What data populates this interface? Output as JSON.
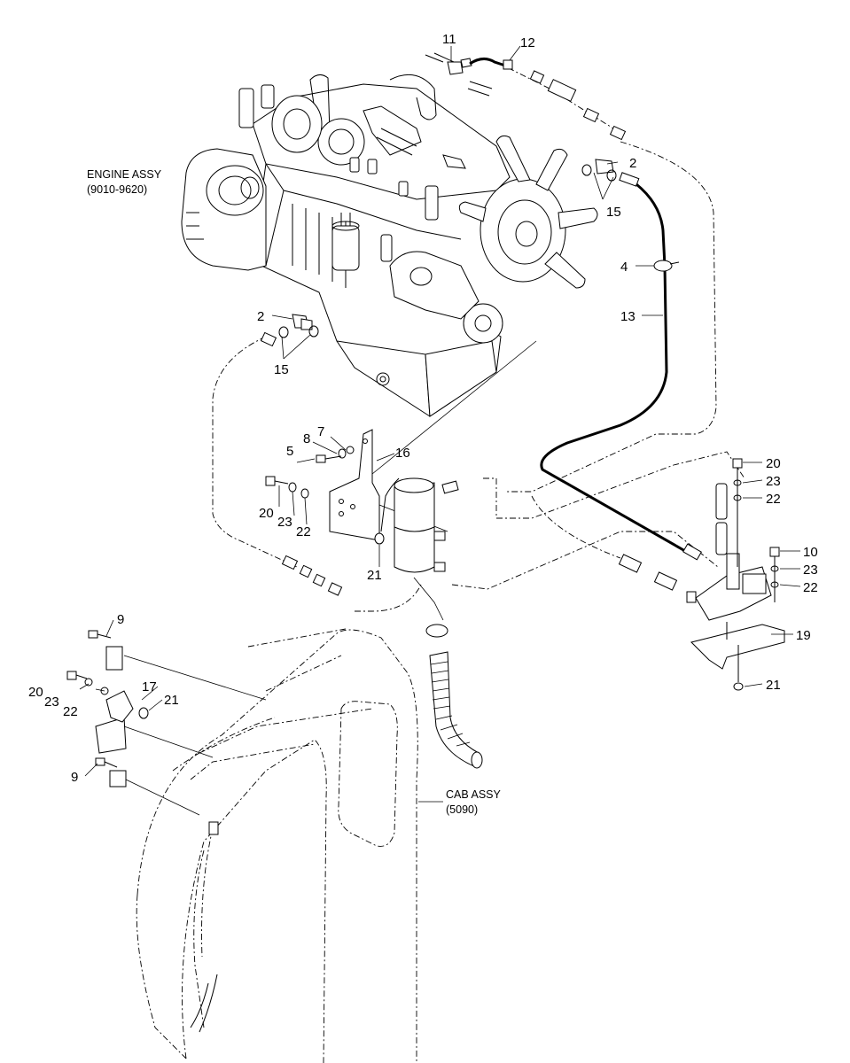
{
  "diagram": {
    "assemblies": {
      "engine": {
        "line1": "ENGINE ASSY",
        "line2": "(9010-9620)"
      },
      "cab": {
        "line1": "CAB ASSY",
        "line2": "(5090)"
      }
    },
    "callouts": [
      {
        "id": "c11",
        "text": "11"
      },
      {
        "id": "c12",
        "text": "12"
      },
      {
        "id": "c2a",
        "text": "2"
      },
      {
        "id": "c15a",
        "text": "15"
      },
      {
        "id": "c4",
        "text": "4"
      },
      {
        "id": "c13",
        "text": "13"
      },
      {
        "id": "c2b",
        "text": "2"
      },
      {
        "id": "c15b",
        "text": "15"
      },
      {
        "id": "c7",
        "text": "7"
      },
      {
        "id": "c8",
        "text": "8"
      },
      {
        "id": "c5",
        "text": "5"
      },
      {
        "id": "c16",
        "text": "16"
      },
      {
        "id": "c20a",
        "text": "20"
      },
      {
        "id": "c23a",
        "text": "23"
      },
      {
        "id": "c22a",
        "text": "22"
      },
      {
        "id": "c21a",
        "text": "21"
      },
      {
        "id": "c20b",
        "text": "20"
      },
      {
        "id": "c23b",
        "text": "23"
      },
      {
        "id": "c22b",
        "text": "22"
      },
      {
        "id": "c10",
        "text": "10"
      },
      {
        "id": "c23c",
        "text": "23"
      },
      {
        "id": "c22c",
        "text": "22"
      },
      {
        "id": "c19",
        "text": "19"
      },
      {
        "id": "c21b",
        "text": "21"
      },
      {
        "id": "c9a",
        "text": "9"
      },
      {
        "id": "c17",
        "text": "17"
      },
      {
        "id": "c21c",
        "text": "21"
      },
      {
        "id": "c20c",
        "text": "20"
      },
      {
        "id": "c23d",
        "text": "23"
      },
      {
        "id": "c22d",
        "text": "22"
      },
      {
        "id": "c9b",
        "text": "9"
      }
    ]
  }
}
